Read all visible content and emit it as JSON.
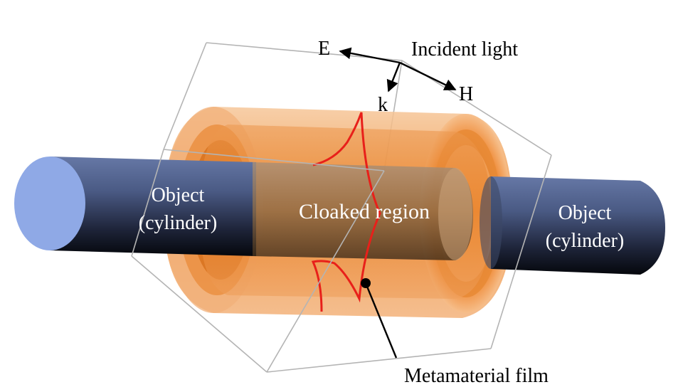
{
  "labels": {
    "object_left_line1": "Object",
    "object_left_line2": "(cylinder)",
    "object_right_line1": "Object",
    "object_right_line2": "(cylinder)",
    "cloaked_region": "Cloaked region",
    "metamaterial_film": "Metamaterial film",
    "incident_light": "Incident light",
    "e_field": "E",
    "h_field": "H",
    "k_vector": "k"
  },
  "colors": {
    "cylinder": "#4a5a80",
    "cylinder_end": "#8fa9e6",
    "film": "#f08a2a",
    "wave": "#e8201a",
    "box_edge": "#b0b0b0"
  }
}
